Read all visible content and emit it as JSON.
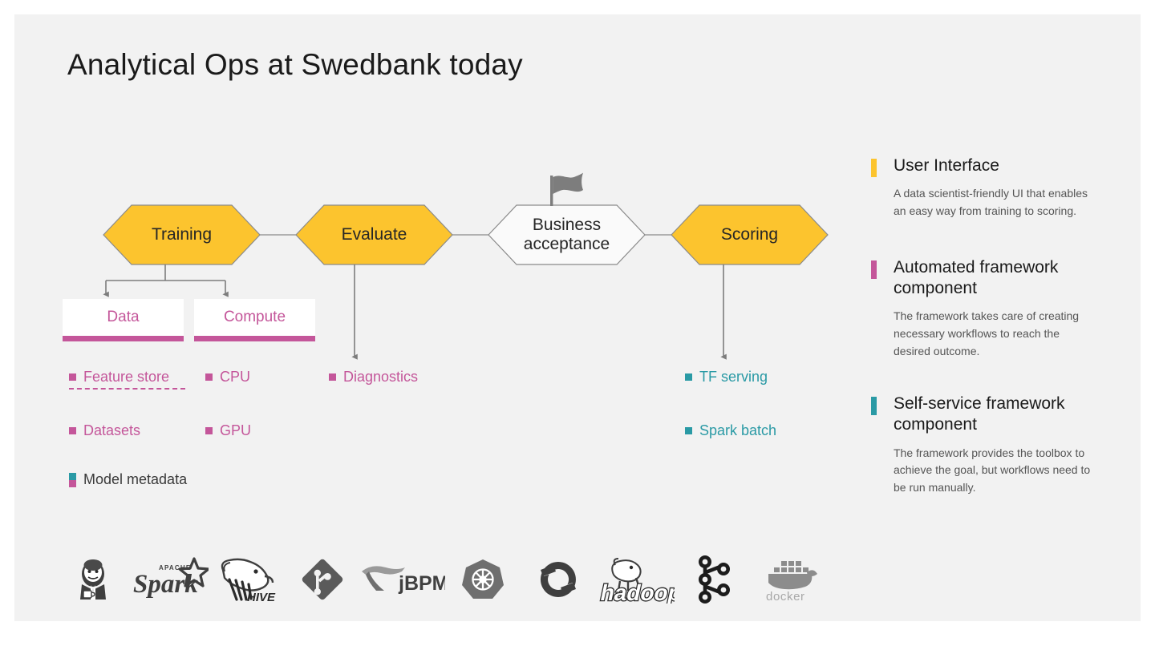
{
  "slide": {
    "title": "Analytical Ops at Swedbank today",
    "background": "#f2f2f2"
  },
  "colors": {
    "amber": "#fcc42e",
    "magenta": "#c4569a",
    "teal": "#2a9aa5",
    "outline": "#808080",
    "text_dark": "#1a1a1a",
    "text_muted": "#555555"
  },
  "flow": {
    "stages": [
      {
        "id": "training",
        "label": "Training",
        "style": "filled",
        "fill": "#fcc42e"
      },
      {
        "id": "evaluate",
        "label": "Evaluate",
        "style": "filled",
        "fill": "#fcc42e"
      },
      {
        "id": "business-acceptance",
        "label": "Business acceptance",
        "label_line1": "Business",
        "label_line2": "acceptance",
        "style": "outline",
        "fill": "#f2f2f2",
        "badge": "flag-icon"
      },
      {
        "id": "scoring",
        "label": "Scoring",
        "style": "filled",
        "fill": "#fcc42e"
      }
    ],
    "subboxes": [
      {
        "id": "data",
        "label": "Data"
      },
      {
        "id": "compute",
        "label": "Compute"
      }
    ]
  },
  "bullets": {
    "data": [
      {
        "label": "Feature store",
        "color": "magenta",
        "underline": "dashed"
      },
      {
        "label": "Datasets",
        "color": "magenta"
      }
    ],
    "compute": [
      {
        "label": "CPU",
        "color": "magenta"
      },
      {
        "label": "GPU",
        "color": "magenta"
      }
    ],
    "evaluate": [
      {
        "label": "Diagnostics",
        "color": "magenta"
      }
    ],
    "scoring": [
      {
        "label": "TF serving",
        "color": "teal"
      },
      {
        "label": "Spark batch",
        "color": "teal"
      }
    ],
    "shared": [
      {
        "label": "Model metadata",
        "color": "dual"
      }
    ]
  },
  "legend": [
    {
      "id": "user-interface",
      "bar_color": "#fcc42e",
      "title": "User Interface",
      "description": "A data scientist-friendly UI that enables an easy way from training to scoring."
    },
    {
      "id": "automated-framework-component",
      "bar_color": "#c4569a",
      "title": "Automated framework component",
      "description": "The framework takes care of creating necessary workflows to reach the desired outcome."
    },
    {
      "id": "self-service-framework-component",
      "bar_color": "#2a9aa5",
      "title": "Self-service framework component",
      "description": "The framework provides the toolbox to achieve the goal, but workflows need to be run manually."
    }
  ],
  "logos": [
    {
      "id": "jenkins",
      "name": "Jenkins"
    },
    {
      "id": "spark",
      "name": "Apache Spark"
    },
    {
      "id": "hive",
      "name": "Apache Hive"
    },
    {
      "id": "git",
      "name": "Git"
    },
    {
      "id": "jbpm",
      "name": "jBPM"
    },
    {
      "id": "kubernetes",
      "name": "Kubernetes"
    },
    {
      "id": "openshift",
      "name": "OpenShift"
    },
    {
      "id": "hadoop",
      "name": "Hadoop"
    },
    {
      "id": "kafka",
      "name": "Apache Kafka"
    },
    {
      "id": "docker",
      "name": "Docker"
    }
  ]
}
